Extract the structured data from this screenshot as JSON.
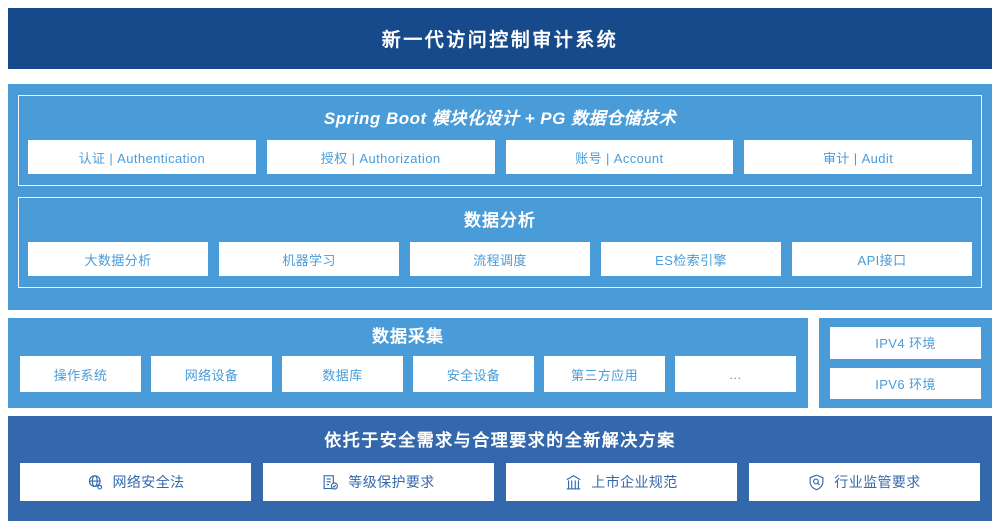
{
  "header": {
    "title": "新一代访问控制审计系统"
  },
  "platform": {
    "spring": {
      "title": "Spring Boot 模块化设计 + PG 数据仓储技术",
      "cards": [
        "认证 | Authentication",
        "授权 | Authorization",
        "账号 | Account",
        "审计 | Audit"
      ]
    },
    "analysis": {
      "title": "数据分析",
      "cards": [
        "大数据分析",
        "机器学习",
        "流程调度",
        "ES检索引擎",
        "API接口"
      ]
    }
  },
  "collection": {
    "title": "数据采集",
    "cards": [
      "操作系统",
      "网络设备",
      "数据库",
      "安全设备",
      "第三方应用",
      "…"
    ],
    "environments": [
      "IPV4 环境",
      "IPV6 环境"
    ]
  },
  "footer": {
    "title": "依托于安全需求与合理要求的全新解决方案",
    "cards": [
      {
        "label": "网络安全法",
        "icon": "globe-network-icon"
      },
      {
        "label": "等级保护要求",
        "icon": "document-check-icon"
      },
      {
        "label": "上市企业规范",
        "icon": "bank-building-icon"
      },
      {
        "label": "行业监管要求",
        "icon": "shield-search-icon"
      }
    ]
  },
  "colors": {
    "header_navy": "#164a8a",
    "panel_light_blue": "#4a9cd9",
    "footer_blue": "#3468ad",
    "card_white": "#ffffff"
  }
}
